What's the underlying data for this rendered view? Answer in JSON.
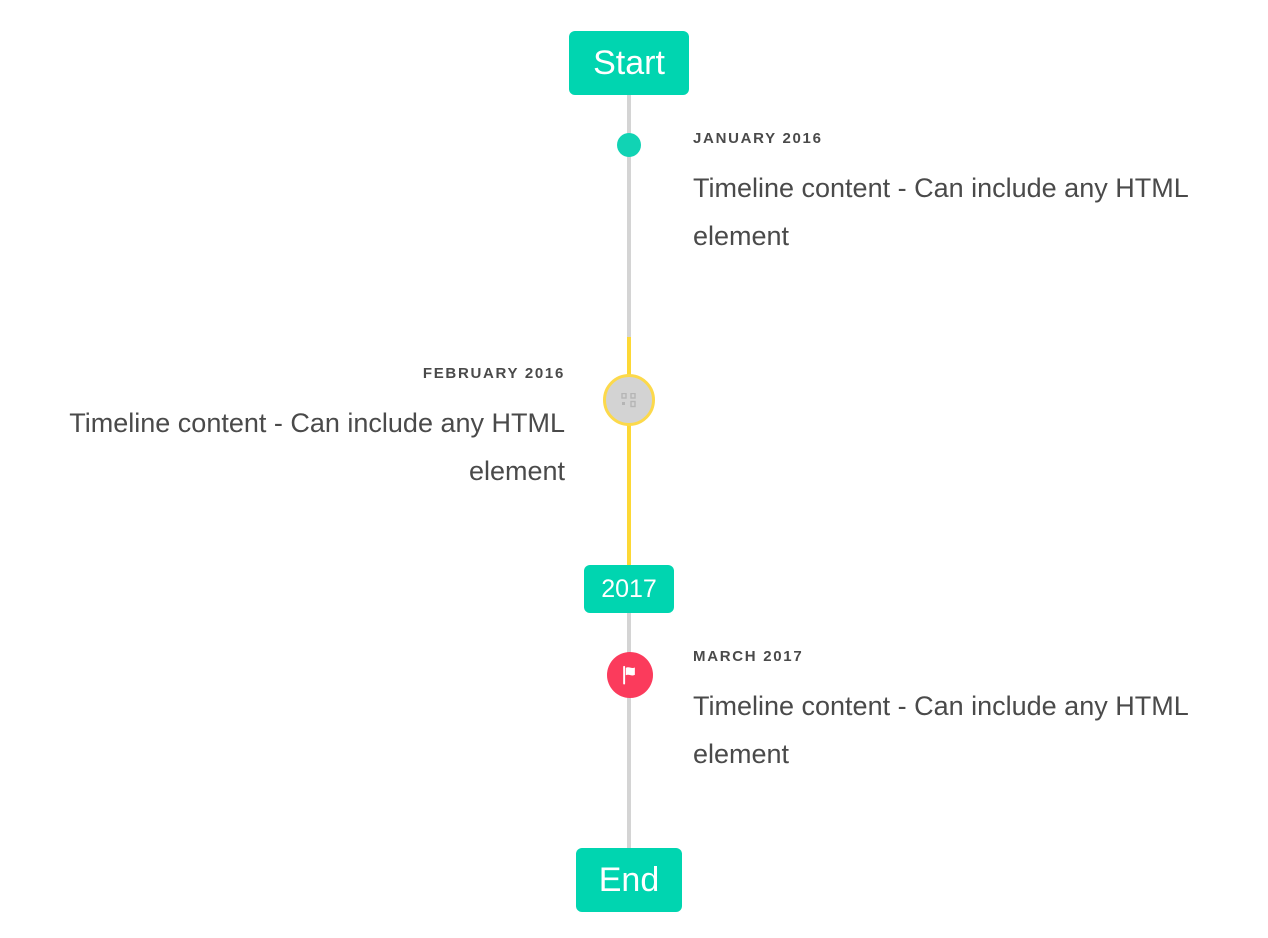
{
  "timeline": {
    "start_label": "Start",
    "end_label": "End",
    "year_marker_label": "2017",
    "colors": {
      "accent_teal": "#00d5b0",
      "marker_teal": "#11d3b4",
      "rail_gray": "#d4d4d4",
      "rail_yellow": "#fdd835",
      "marker_ring_yellow": "#fcd94b",
      "marker_gray_fill": "#d3d3d3",
      "marker_pink": "#fb3b5c",
      "text_gray": "#4a4a4a",
      "background": "#ffffff"
    },
    "entries": [
      {
        "date": "JANUARY 2016",
        "body": "Timeline content - Can include any HTML element",
        "side": "right",
        "marker": "dot-marker"
      },
      {
        "date": "FEBRUARY 2016",
        "body": "Timeline content - Can include any HTML element",
        "side": "left",
        "marker": "broken-image-marker"
      },
      {
        "date": "MARCH 2017",
        "body": "Timeline content - Can include any HTML element",
        "side": "right",
        "marker": "flag-marker"
      }
    ]
  }
}
